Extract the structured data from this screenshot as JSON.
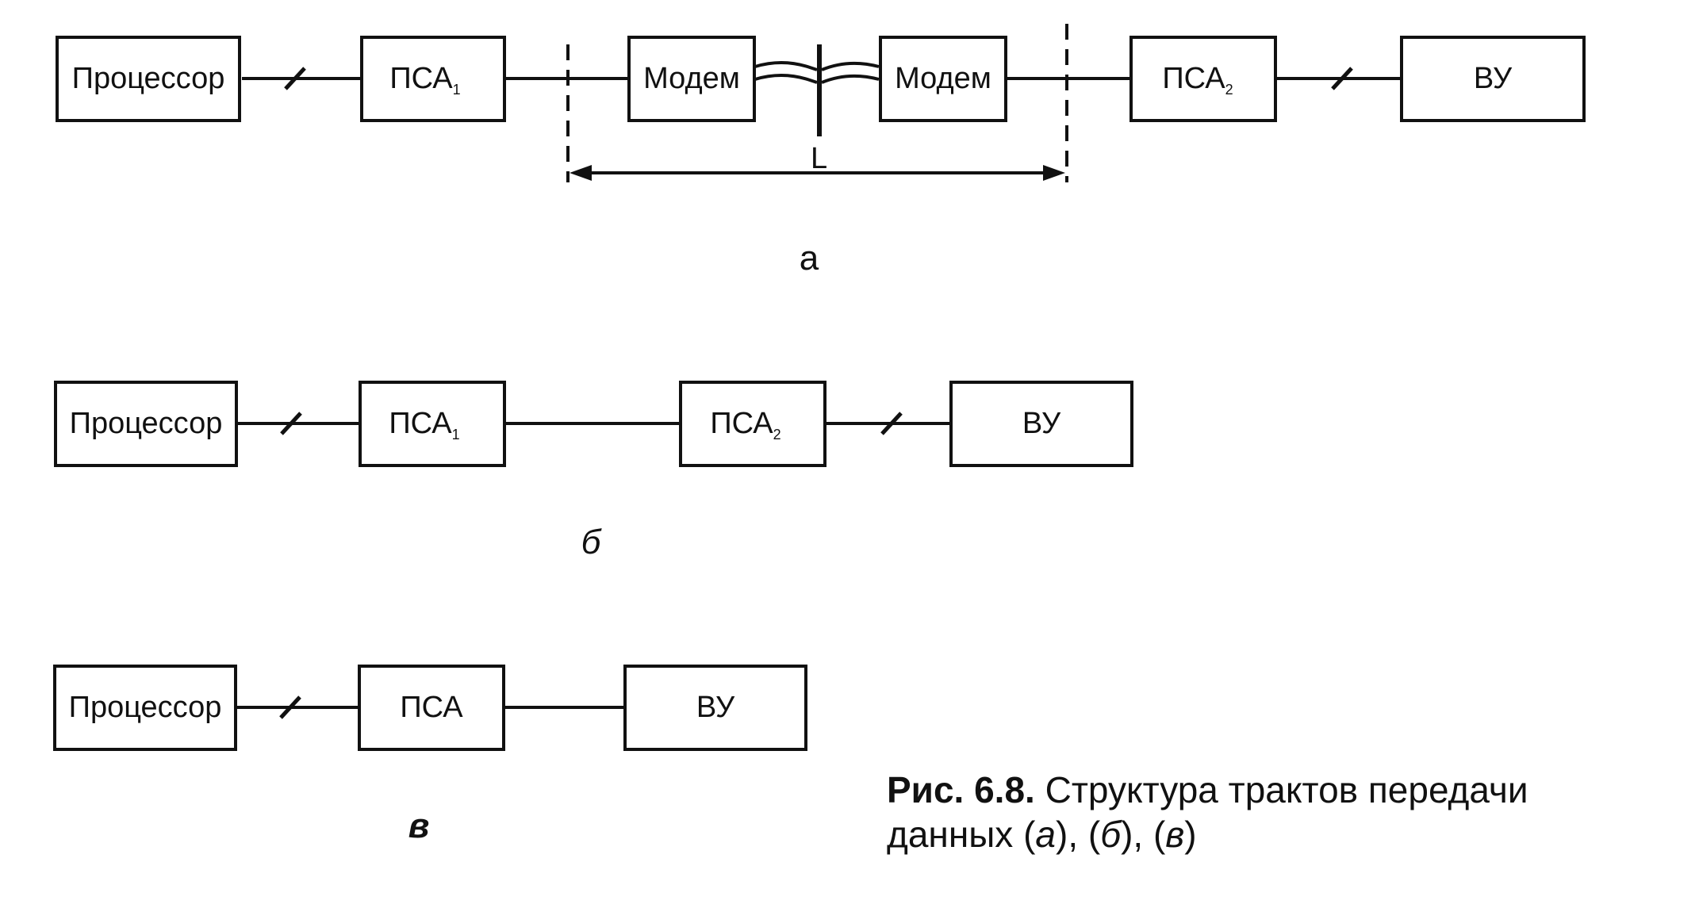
{
  "diagram_a": {
    "processor": "Процессор",
    "psa1": "ПСА",
    "psa1_sub": "1",
    "modem_left": "Модем",
    "modem_right": "Модем",
    "psa2": "ПСА",
    "psa2_sub": "2",
    "device": "ВУ",
    "distance_label": "L",
    "panel_label": "а"
  },
  "diagram_b": {
    "processor": "Процессор",
    "psa1": "ПСА",
    "psa1_sub": "1",
    "psa2": "ПСА",
    "psa2_sub": "2",
    "device": "ВУ",
    "panel_label": "б"
  },
  "diagram_c": {
    "processor": "Процессор",
    "psa": "ПСА",
    "device": "ВУ",
    "panel_label": "в"
  },
  "caption": {
    "prefix": "Рис. 6.8.",
    "line1_rest": " Структура трактов передачи",
    "line2_a": "данных (",
    "a": "а",
    "mid1": "), (",
    "b": "б",
    "mid2": "), (",
    "c": "в",
    "end": ")"
  }
}
